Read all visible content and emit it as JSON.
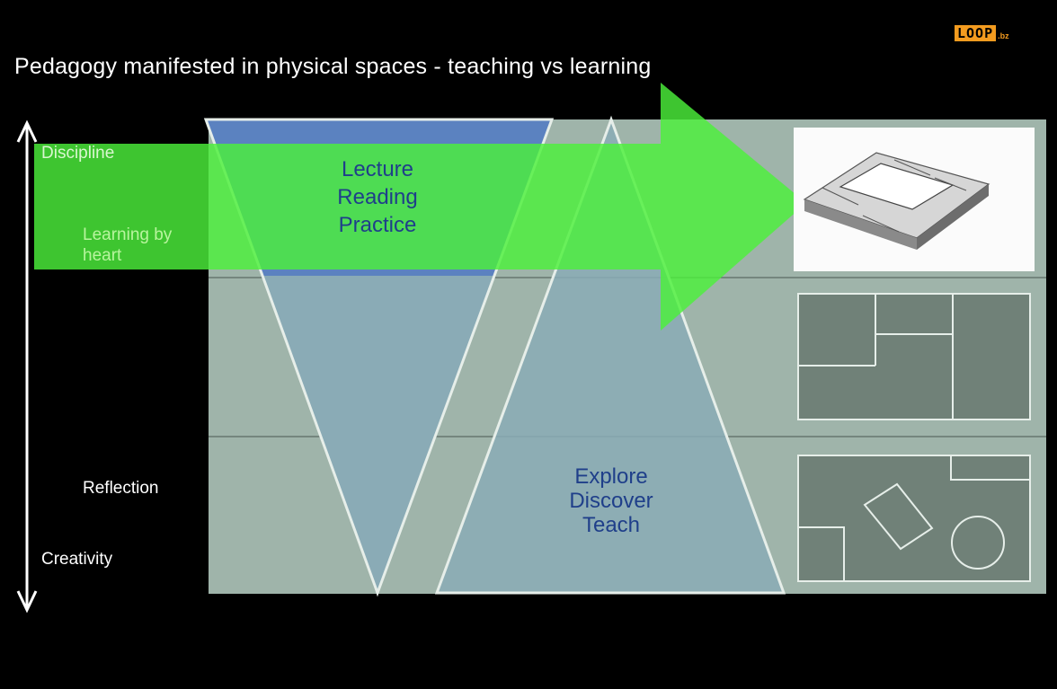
{
  "slide": {
    "title": "Pedagogy manifested in physical spaces - teaching vs learning",
    "logo_text": "LOOP",
    "logo_suffix": ".bz"
  },
  "axis_labels": {
    "discipline": "Discipline",
    "learning_by_heart": "Learning by heart",
    "reflection": "Reflection",
    "creativity": "Creativity"
  },
  "teaching_words": [
    "Lecture",
    "Reading",
    "Practice"
  ],
  "learning_words": [
    "Explore",
    "Discover",
    "Teach"
  ],
  "colors": {
    "background": "#000000",
    "panel": "#9fb4aa",
    "triangle_fill": "#8aabb6",
    "triangle_top_band": "#5b82c0",
    "arrow": "#4cf03a",
    "floorplan": "#708178",
    "logo": "#f39b1f"
  },
  "icons": {
    "vertical_axis": "double-arrow-vertical-icon",
    "big_arrow": "arrow-right-icon"
  }
}
